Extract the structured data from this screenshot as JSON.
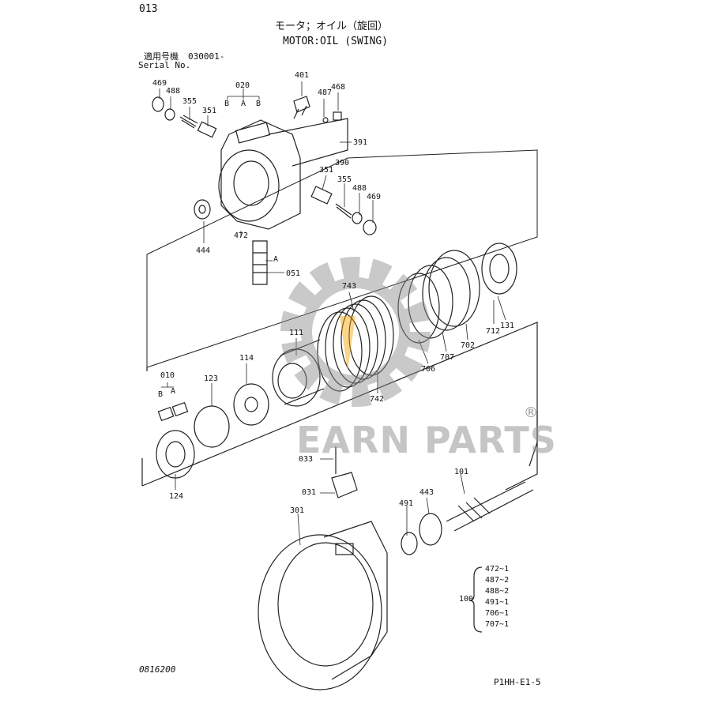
{
  "header": {
    "page_code": "013",
    "title_jp": "モータ；オイル（旋回）",
    "title_en": "MOTOR:OIL (SWING)",
    "applicable_jp": "適用号機",
    "serial_label": "Serial No.",
    "serial_value": "030001-"
  },
  "footer": {
    "drawing_no": "0816200",
    "sheet_ref": "P1HH-E1-5"
  },
  "watermark": {
    "text": "EARN PARTS",
    "registered": "®",
    "gear_color": "#8a8a8a",
    "accent_color": "#f4a300"
  },
  "callouts": {
    "c469a": "469",
    "c488a": "488",
    "c355a": "355",
    "c351a": "351",
    "c020": "020",
    "cB1": "B",
    "cA1": "A",
    "cB2": "B",
    "c401": "401",
    "c487": "487",
    "c468": "468",
    "c391": "391",
    "c390": "390",
    "c351b": "351",
    "c355b": "355",
    "c488b": "488",
    "c469b": "469",
    "c444": "444",
    "c472": "472",
    "cA2": "A",
    "c051": "051",
    "c743": "743",
    "c712": "712",
    "c131": "131",
    "c702": "702",
    "c707": "707",
    "c706": "706",
    "c742": "742",
    "c111": "111",
    "c114": "114",
    "c010": "010",
    "cB3": "B",
    "cA3": "A",
    "c123": "123",
    "c124": "124",
    "c033": "033",
    "c031": "031",
    "c301": "301",
    "c491": "491",
    "c443": "443",
    "c101": "101"
  },
  "kit": {
    "code": "100",
    "items": [
      "472~1",
      "487~2",
      "488~2",
      "491~1",
      "706~1",
      "707~1"
    ]
  }
}
